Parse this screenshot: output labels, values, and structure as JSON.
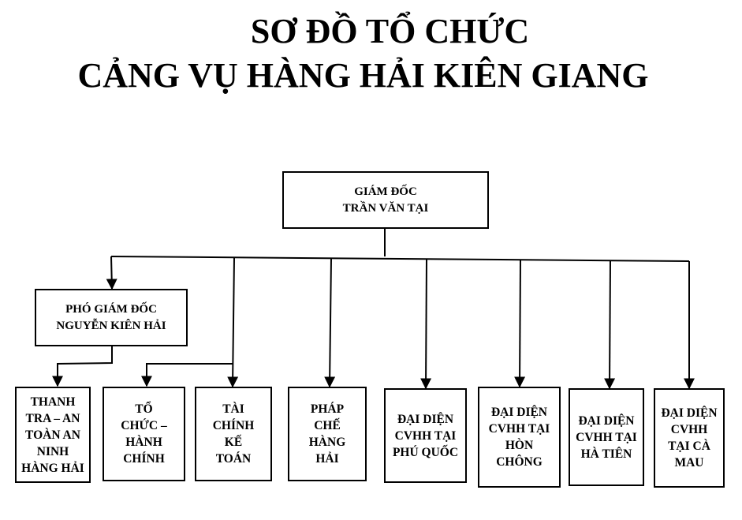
{
  "title": {
    "line1": "SƠ ĐỒ TỔ CHỨC",
    "line2": "CẢNG VỤ HÀNG HẢI KIÊN GIANG"
  },
  "director": {
    "role": "GIÁM ĐỐC",
    "name": "TRẦN VĂN TẠI"
  },
  "deputy": {
    "role": "PHÓ GIÁM ĐỐC",
    "name": "NGUYỄN KIÊN HẢI"
  },
  "departments": [
    {
      "lines": [
        "THANH",
        "TRA – AN",
        "TOÀN AN",
        "NINH",
        "HÀNG HẢI"
      ]
    },
    {
      "lines": [
        "TỔ",
        "CHỨC –",
        "HÀNH",
        "CHÍNH"
      ]
    },
    {
      "lines": [
        "TÀI",
        "CHÍNH",
        "KẾ",
        "TOÁN"
      ]
    },
    {
      "lines": [
        "PHÁP",
        "CHẾ",
        "HÀNG",
        "HẢI"
      ]
    },
    {
      "lines": [
        "ĐẠI DIỆN",
        "CVHH TẠI",
        "PHÚ QUỐC"
      ]
    },
    {
      "lines": [
        "ĐẠI DIỆN",
        "CVHH TẠI",
        "HÒN",
        "CHÔNG"
      ]
    },
    {
      "lines": [
        "ĐẠI DIỆN",
        "CVHH TẠI",
        "HÀ TIÊN"
      ]
    },
    {
      "lines": [
        "ĐẠI DIỆN",
        "CVHH",
        "TẠI CÀ",
        "MAU"
      ]
    }
  ]
}
